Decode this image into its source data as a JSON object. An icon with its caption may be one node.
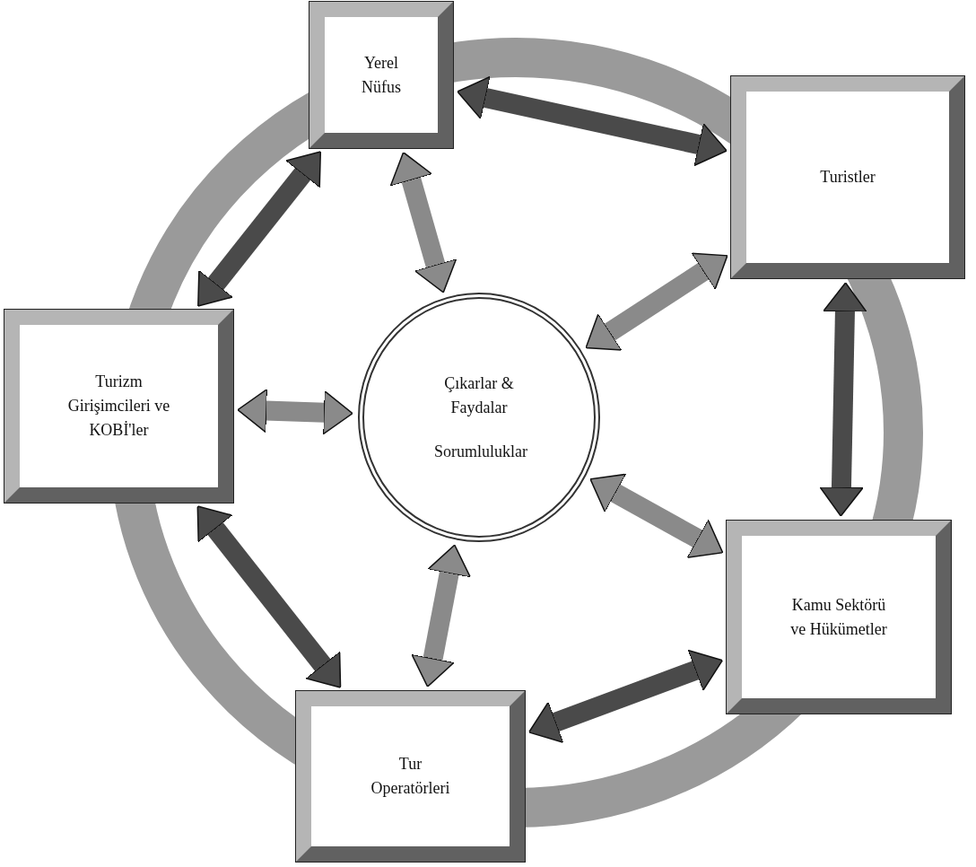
{
  "diagram": {
    "nodes": [
      {
        "text": [
          "Yerel Nüfus"
        ]
      },
      {
        "text": [
          "Turistler"
        ]
      },
      {
        "text": [
          "Turizm Girişimcileri ve KOBİ'ler"
        ]
      },
      {
        "text": [
          "Çıkarlar & Faydalar",
          "Sorumluluklar"
        ]
      },
      {
        "text": [
          "Kamu Sektörü ve Hükümetler"
        ]
      },
      {
        "text": [
          "Tur Operatörleri"
        ]
      }
    ],
    "edges": [
      {
        "from": 0,
        "to": 1,
        "arrow": "both",
        "color": "#4a4a4a"
      },
      {
        "from": 1,
        "to": 4,
        "arrow": "both",
        "color": "#4a4a4a"
      },
      {
        "from": 4,
        "to": 5,
        "arrow": "both",
        "color": "#4a4a4a"
      },
      {
        "from": 5,
        "to": 2,
        "arrow": "both",
        "color": "#4a4a4a"
      },
      {
        "from": 2,
        "to": 0,
        "arrow": "both",
        "color": "#4a4a4a"
      },
      {
        "from": 0,
        "to": 3,
        "arrow": "both"
      },
      {
        "from": 1,
        "to": 3,
        "arrow": "both"
      },
      {
        "from": 2,
        "to": 3,
        "arrow": "both"
      },
      {
        "from": 4,
        "to": 3,
        "arrow": "both"
      },
      {
        "from": 5,
        "to": 3,
        "arrow": "both"
      }
    ]
  }
}
